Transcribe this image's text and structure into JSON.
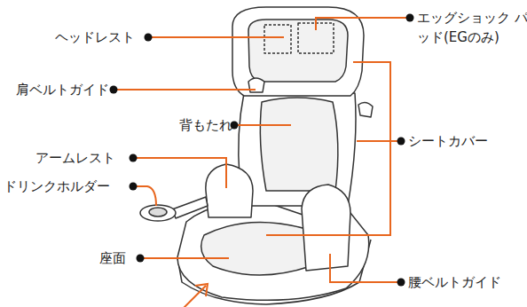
{
  "diagram": {
    "labels": [
      "ヘッドレスト",
      "エッグショック パッド(EGのみ)",
      "肩ベルトガイド",
      "背もたれ",
      "シートカバー",
      "アームレスト",
      "ドリンクホルダー",
      "座面",
      "腰ベルトガイド"
    ]
  }
}
